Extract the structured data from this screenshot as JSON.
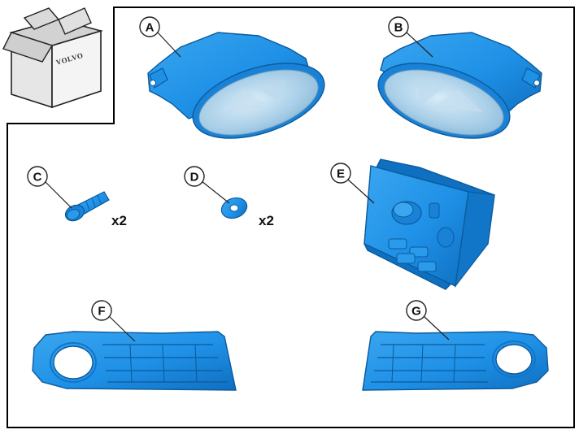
{
  "kit": {
    "brand": "VOLVO",
    "part_color": "#1e90e6",
    "items": [
      {
        "letter": "A",
        "part": "fog-lamp-left"
      },
      {
        "letter": "B",
        "part": "fog-lamp-right"
      },
      {
        "letter": "C",
        "part": "screw",
        "quantity": "x2"
      },
      {
        "letter": "D",
        "part": "washer",
        "quantity": "x2"
      },
      {
        "letter": "E",
        "part": "light-switch-module"
      },
      {
        "letter": "F",
        "part": "grille-left"
      },
      {
        "letter": "G",
        "part": "grille-right"
      }
    ]
  }
}
